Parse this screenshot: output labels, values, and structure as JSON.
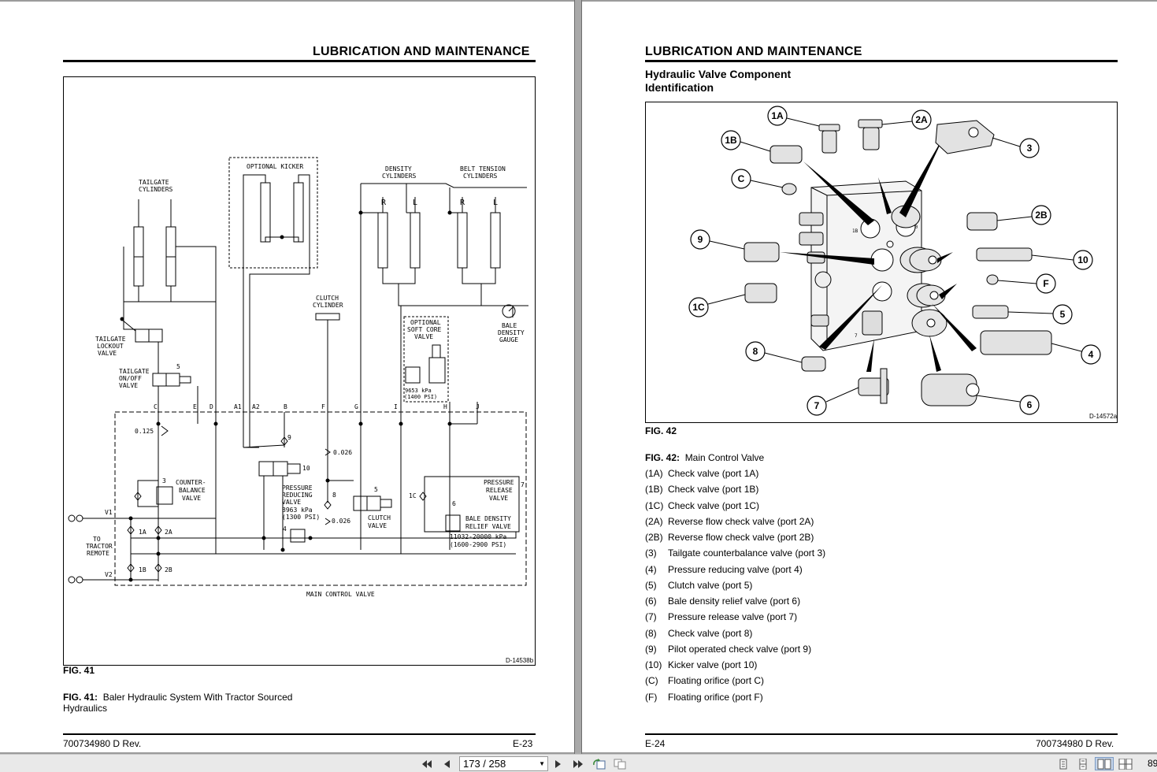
{
  "left_page": {
    "section_title": "LUBRICATION AND MAINTENANCE",
    "fig_id": "D-14538b",
    "fig_label": "FIG. 41",
    "caption_label": "FIG. 41:",
    "caption_text": "Baler Hydraulic System With Tractor Sourced Hydraulics",
    "footer_left": "700734980 D Rev.",
    "footer_right": "E-23",
    "diagram": {
      "tailgate_cylinders": [
        "TAILGATE",
        "CYLINDERS"
      ],
      "optional_kicker": "OPTIONAL KICKER",
      "density_cylinders": [
        "DENSITY",
        "CYLINDERS"
      ],
      "belt_tension_cylinders": [
        "BELT TENSION",
        "CYLINDERS"
      ],
      "clutch_cylinder": [
        "CLUTCH",
        "CYLINDER"
      ],
      "optional_soft_core": [
        "OPTIONAL",
        "SOFT CORE",
        "VALVE"
      ],
      "soft_core_pressure": [
        "9653 kPa",
        "(1400 PSI)"
      ],
      "bale_density_gauge": [
        "BALE",
        "DENSITY",
        "GAUGE"
      ],
      "tailgate_lockout": [
        "TAILGATE",
        "LOCKOUT",
        "VALVE"
      ],
      "tailgate_onoff": [
        "TAILGATE",
        "ON/OFF",
        "VALVE"
      ],
      "counterbalance": [
        "COUNTER-",
        "BALANCE",
        "VALVE"
      ],
      "pressure_reducing": [
        "PRESSURE",
        "REDUCING",
        "VALVE",
        "8963 kPa",
        "(1300 PSI)"
      ],
      "clutch_valve": [
        "CLUTCH",
        "VALVE"
      ],
      "pressure_release": [
        "PRESSURE",
        "RELEASE",
        "VALVE"
      ],
      "bale_density_relief": [
        "BALE DENSITY",
        "RELIEF VALVE",
        "11032-20000 kPa",
        "(1600-2900 PSI)"
      ],
      "to_tractor_remote": [
        "TO",
        "TRACTOR",
        "REMOTE"
      ],
      "main_control_valve": "MAIN CONTROL VALVE",
      "ports": [
        "C",
        "E",
        "D",
        "A1",
        "A2",
        "B",
        "F",
        "G",
        "I",
        "H",
        "J"
      ],
      "cyl_letters": [
        "R",
        "L",
        "R",
        "L"
      ],
      "orifice_1": "0.125",
      "orifice_2": "0.026",
      "orifice_3": "0.026",
      "v1": "V1",
      "v2": "V2",
      "n1A": "1A",
      "n2A": "2A",
      "n1B": "1B",
      "n2B": "2B",
      "n1C": "1C",
      "n3": "3",
      "n4": "4",
      "n5a": "5",
      "n5b": "5",
      "n6": "6",
      "n7": "7",
      "n8": "8",
      "n9": "9",
      "n10": "10"
    }
  },
  "right_page": {
    "section_title": "LUBRICATION AND MAINTENANCE",
    "sub_heading": [
      "Hydraulic Valve Component",
      "Identification"
    ],
    "fig_id": "D-14572a",
    "fig_label": "FIG. 42",
    "caption_label": "FIG. 42:",
    "caption_text": "Main Control Valve",
    "callouts": [
      "1A",
      "2A",
      "1B",
      "3",
      "C",
      "2B",
      "9",
      "10",
      "F",
      "1C",
      "5",
      "4",
      "8",
      "7",
      "6"
    ],
    "block_numbers": [
      "3",
      "1B",
      "10",
      "7"
    ],
    "legend": [
      {
        "code": "(1A)",
        "text": "Check valve (port 1A)"
      },
      {
        "code": "(1B)",
        "text": "Check valve (port 1B)"
      },
      {
        "code": "(1C)",
        "text": "Check valve (port 1C)"
      },
      {
        "code": "(2A)",
        "text": "Reverse flow check valve (port 2A)"
      },
      {
        "code": "(2B)",
        "text": "Reverse flow check valve (port 2B)"
      },
      {
        "code": "(3)",
        "text": "Tailgate counterbalance valve (port 3)"
      },
      {
        "code": "(4)",
        "text": "Pressure reducing valve (port 4)"
      },
      {
        "code": "(5)",
        "text": "Clutch valve (port 5)"
      },
      {
        "code": "(6)",
        "text": "Bale density relief valve (port 6)"
      },
      {
        "code": "(7)",
        "text": "Pressure release valve (port 7)"
      },
      {
        "code": "(8)",
        "text": "Check valve (port 8)"
      },
      {
        "code": "(9)",
        "text": "Pilot operated check valve (port 9)"
      },
      {
        "code": "(10)",
        "text": "Kicker valve (port 10)"
      },
      {
        "code": "(C)",
        "text": "Floating orifice (port C)"
      },
      {
        "code": "(F)",
        "text": "Floating orifice (port F)"
      }
    ],
    "footer_left": "E-24",
    "footer_right": "700734980 D Rev."
  },
  "toolbar": {
    "page_indicator": "173 / 258",
    "zoom": "89",
    "icons": [
      "first-page-icon",
      "prev-page-icon",
      "next-page-icon",
      "last-page-icon",
      "rotate-icon",
      "fit-icon",
      "single-page-icon",
      "continuous-icon",
      "two-page-icon",
      "two-page-continuous-icon"
    ]
  }
}
